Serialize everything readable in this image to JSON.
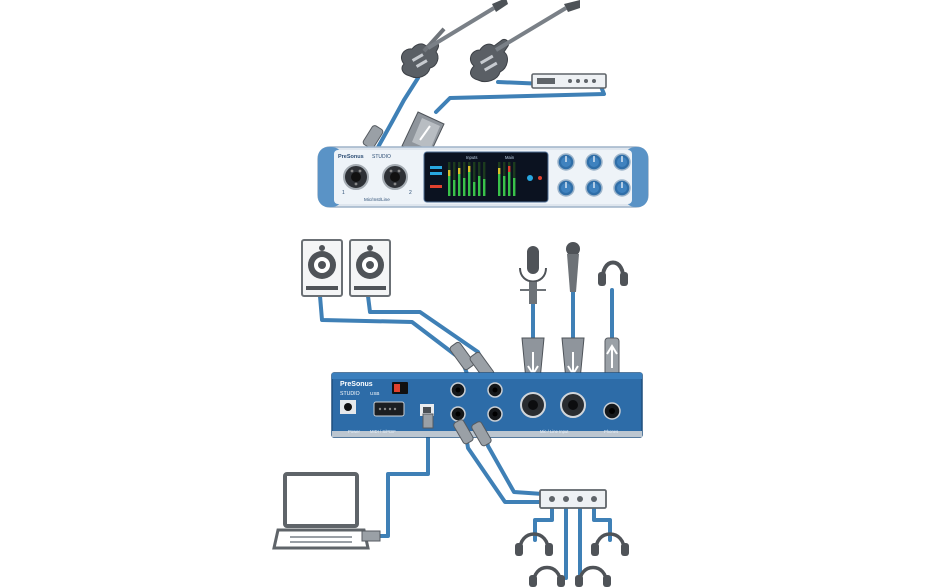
{
  "front_panel": {
    "brand": "PreSonus",
    "model": "STUDIO",
    "input_1": "1",
    "input_2": "2",
    "input_caption": "Mic/Inst/Line",
    "meter_left_label": "Inputs",
    "meter_right_label": "Main"
  },
  "rear_panel": {
    "brand": "PreSonus",
    "model": "STUDIO",
    "model_suffix": "USB",
    "label_power": "Power",
    "label_midi": "MIDI / S/PDIF",
    "label_mic": "Mic / Line Input",
    "label_phones": "Phones"
  },
  "colors": {
    "cable": "#3f80b6",
    "rear_blue": "#2d6ca8",
    "front_silver": "#dfe6ee",
    "display": "#0b1220",
    "equipment_grey": "#5f6469"
  },
  "icons": [
    "electric-guitar-icon",
    "electric-guitar-icon",
    "rack-processor-icon",
    "studio-monitor-icon",
    "studio-monitor-icon",
    "condenser-microphone-icon",
    "dynamic-microphone-icon",
    "headphones-icon",
    "laptop-icon",
    "headphone-amplifier-icon"
  ]
}
